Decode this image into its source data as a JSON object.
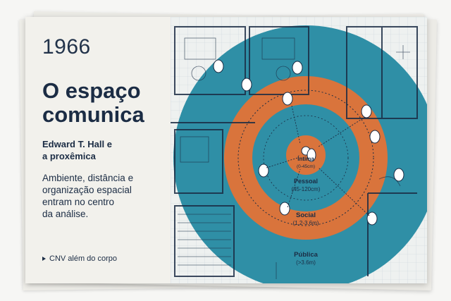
{
  "card": {
    "year": "1966",
    "headline_line1": "O espaço",
    "headline_line2": "comunica",
    "subhead_line1": "Edward T. Hall e",
    "subhead_line2": "a proxêmica",
    "body_line1": "Ambiente, distância e",
    "body_line2": "organização espacial",
    "body_line3": "entram no centro",
    "body_line4": "da análise.",
    "footer_link": "CNV além do corpo"
  },
  "zones": [
    {
      "label": "Íntima",
      "range": "(0-45cm)"
    },
    {
      "label": "Pessoal",
      "range": "(45-120cm)"
    },
    {
      "label": "Social",
      "range": "(1.2-3.6m)"
    },
    {
      "label": "Pública",
      "range": "(>3.6m)"
    }
  ],
  "colors": {
    "navy": "#1b2c44",
    "teal": "#2f8fa6",
    "orange": "#d9743c",
    "paper": "#f2f1ec"
  }
}
